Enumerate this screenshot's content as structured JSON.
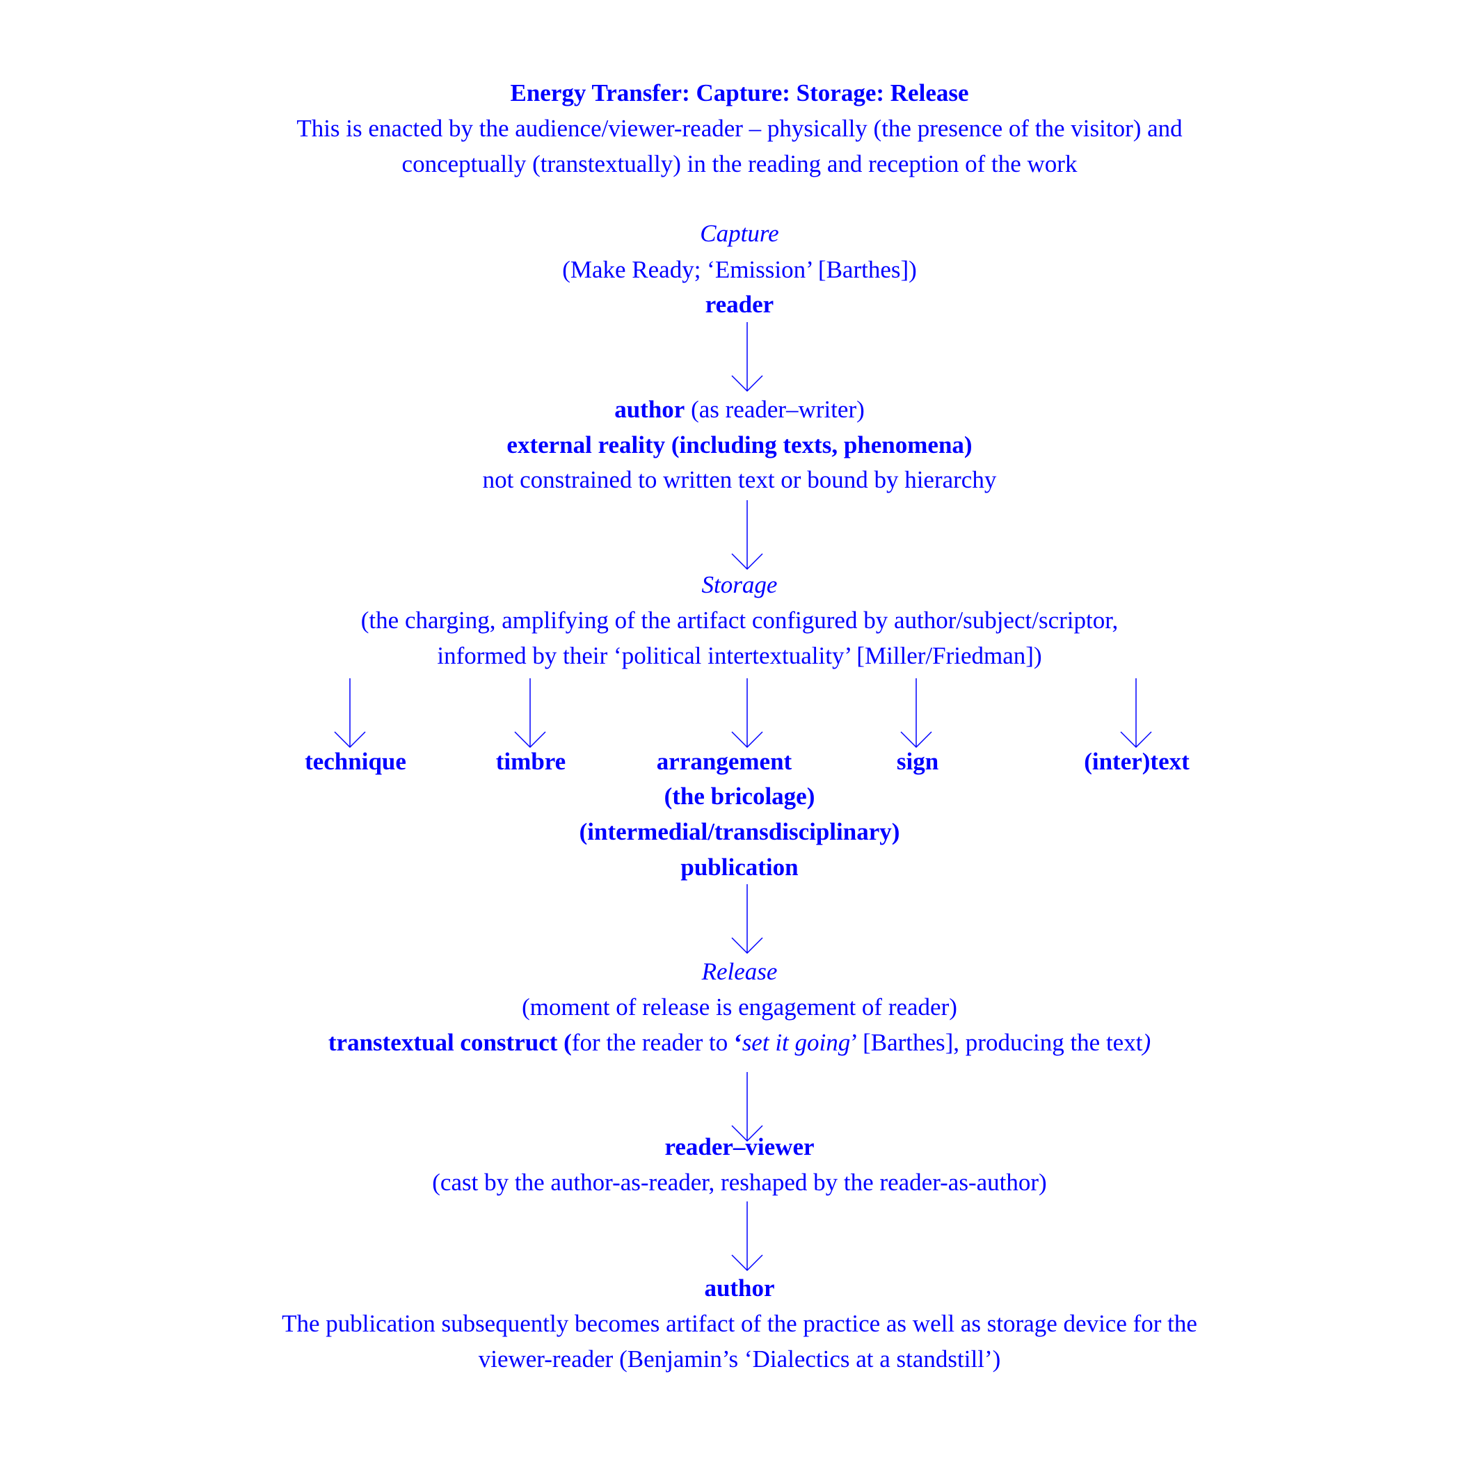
{
  "title": "Energy Transfer: Capture: Storage: Release",
  "intro": [
    "This is enacted by the audience/viewer-reader – physically (the presence of the visitor) and",
    "conceptually (transtextually) in the reading and reception of the work"
  ],
  "capture": {
    "heading": "Capture",
    "note": "(Make Ready; ‘Emission’ [Barthes])",
    "node": "reader"
  },
  "author_block": {
    "bold": "author",
    "rest": " (as reader–writer)",
    "line2": "external reality (including texts, phenomena)",
    "line3": "not constrained to written text or bound by hierarchy"
  },
  "storage": {
    "heading": "Storage",
    "lines": [
      "(the charging, amplifying of the artifact configured by author/subject/scriptor,",
      "informed by their ‘political intertextuality’ [Miller/Friedman])"
    ]
  },
  "branches": [
    "technique",
    "timbre",
    "arrangement",
    "sign",
    "(inter)text"
  ],
  "arrangement_sub": [
    "(the bricolage)",
    "(intermedial/transdisciplinary)",
    "publication"
  ],
  "release": {
    "heading": "Release",
    "note": "(moment of release is engagement of reader)",
    "construct_bold": "transtextual construct (",
    "construct_a": "for the reader to ",
    "quote_open": "‘",
    "quote_italic": "set it going",
    "quote_close": "’",
    "construct_b": " [Barthes], producing the text",
    "construct_end": ")"
  },
  "reader_viewer": {
    "node": "reader–viewer",
    "note": "(cast by the author-as-reader, reshaped by the reader-as-author)"
  },
  "final": {
    "node": "author",
    "lines": [
      "The publication subsequently becomes artifact of the practice as well as storage device for the",
      "viewer-reader (Benjamin’s ‘Dialectics at a standstill’)"
    ]
  },
  "colors": {
    "text": "#0000ff"
  }
}
